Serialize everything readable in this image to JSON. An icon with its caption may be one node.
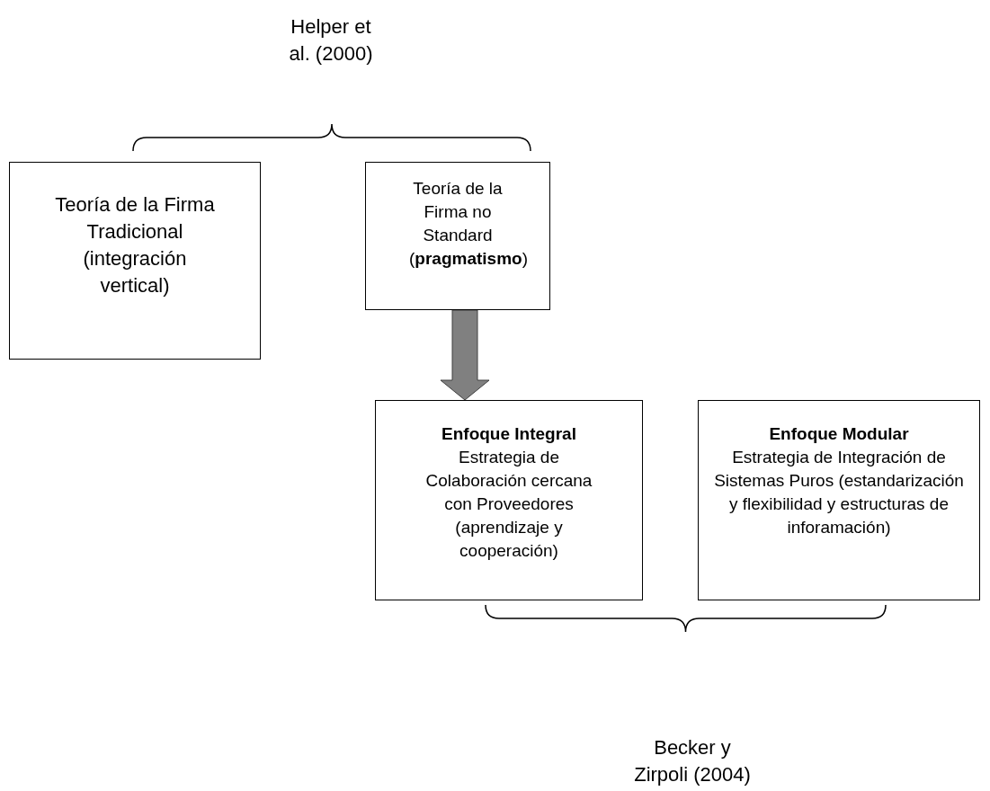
{
  "diagram": {
    "nodes": [
      {
        "text": [
          "Teoría de la Firma Tradicional (integración vertical)"
        ]
      },
      {
        "text": [
          "Teoría de la Firma no Standard (**pragmatismo**)"
        ]
      },
      {
        "text": [
          "Enfoque Integral",
          "Estrategia de Colaboración cercana con Proveedores (aprendizaje y cooperación)"
        ]
      },
      {
        "text": [
          "Enfoque Modular",
          "Estrategia de Integración de Sistemas Puros (estandarización y flexibilidad y estructuras de inforamación)"
        ]
      }
    ],
    "edges": [
      {
        "from": 1,
        "to": 2,
        "arrow": "to",
        "style": "thick",
        "color": "#808080"
      }
    ],
    "labels": [
      "Helper et al. (2000)",
      "Becker y Zirpoli (2004)"
    ]
  }
}
